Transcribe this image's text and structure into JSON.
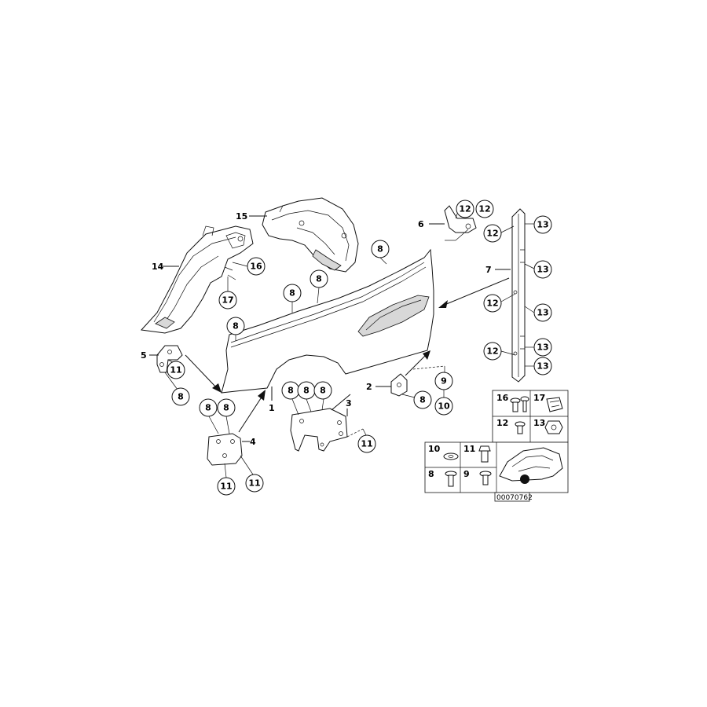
{
  "diagram_id": "00070762",
  "labels": {
    "p1": "1",
    "p2": "2",
    "p3": "3",
    "p4": "4",
    "p5": "5",
    "p6": "6",
    "p7": "7",
    "p14": "14",
    "p15": "15"
  },
  "callouts": {
    "c8a": "8",
    "c8b": "8",
    "c8c": "8",
    "c8d": "8",
    "c8e": "8",
    "c8f": "8",
    "c8g": "8",
    "c8h": "8",
    "c8i": "8",
    "c8j": "8",
    "c8k": "8",
    "c9": "9",
    "c10": "10",
    "c11a": "11",
    "c11b": "11",
    "c11c": "11",
    "c11d": "11",
    "c12a": "12",
    "c12b": "12",
    "c12c": "12",
    "c12d": "12",
    "c12e": "12",
    "c13a": "13",
    "c13b": "13",
    "c13c": "13",
    "c13d": "13",
    "c13e": "13",
    "c16": "16",
    "c17": "17"
  },
  "legend": {
    "t16": "16",
    "t17": "17",
    "t12": "12",
    "t13": "13",
    "t10": "10",
    "t11": "11",
    "t8": "8",
    "t9": "9"
  },
  "icons": [
    "fender-panel",
    "wheel-arch-liner",
    "bracket",
    "bolt",
    "nut",
    "washer",
    "car-overview"
  ]
}
